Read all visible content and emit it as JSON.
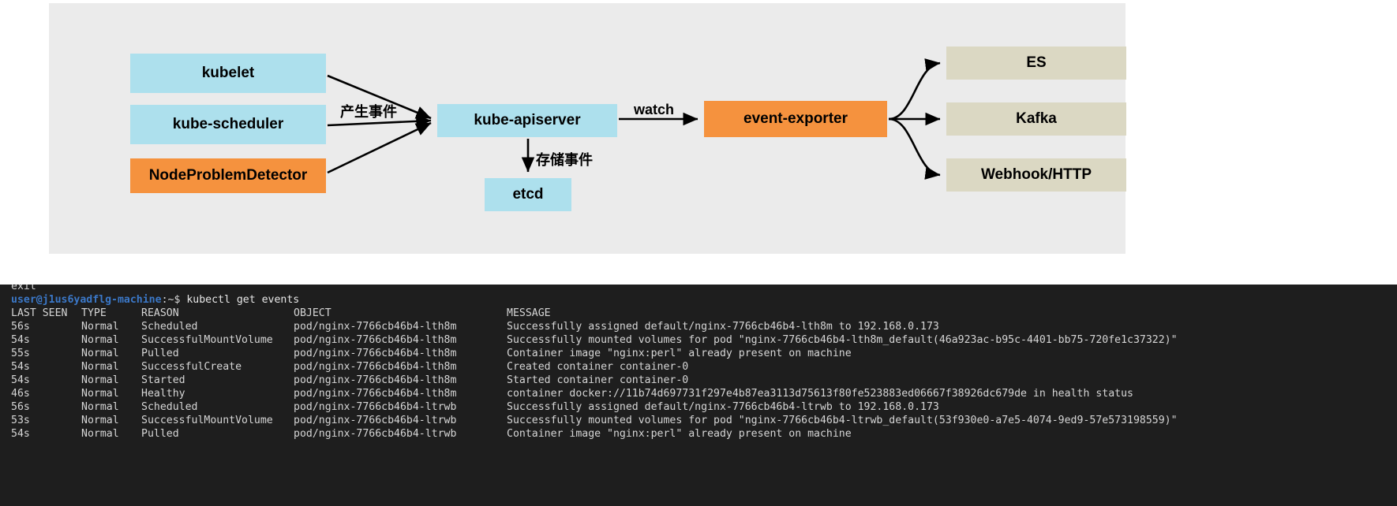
{
  "diagram": {
    "background": "#ebebeb",
    "colors": {
      "blue": "#ade0ed",
      "orange": "#f5923e",
      "tan": "#dbd8c3",
      "edge": "#000000"
    },
    "nodes": {
      "kubelet": "kubelet",
      "kube_scheduler": "kube-scheduler",
      "node_problem_detector": "NodeProblemDetector",
      "kube_apiserver": "kube-apiserver",
      "etcd": "etcd",
      "event_exporter": "event-exporter",
      "es": "ES",
      "kafka": "Kafka",
      "webhook_http": "Webhook/HTTP"
    },
    "edge_labels": {
      "produce_events": "产生事件",
      "store_events": "存储事件",
      "watch": "watch"
    }
  },
  "terminal": {
    "background": "#1e1e1e",
    "prompt": {
      "scrollback": "exit",
      "user_host": "user@j1us6yadflg-machine",
      "path": ":~$",
      "command": "kubectl get events",
      "user_color": "#3b78c8"
    },
    "columns": [
      "LAST SEEN",
      "TYPE",
      "REASON",
      "OBJECT",
      "MESSAGE"
    ],
    "rows": [
      {
        "last_seen": "56s",
        "type": "Normal",
        "reason": "Scheduled",
        "object": "pod/nginx-7766cb46b4-lth8m",
        "message": "Successfully assigned default/nginx-7766cb46b4-lth8m to 192.168.0.173"
      },
      {
        "last_seen": "54s",
        "type": "Normal",
        "reason": "SuccessfulMountVolume",
        "object": "pod/nginx-7766cb46b4-lth8m",
        "message": "Successfully mounted volumes for pod \"nginx-7766cb46b4-lth8m_default(46a923ac-b95c-4401-bb75-720fe1c37322)\""
      },
      {
        "last_seen": "55s",
        "type": "Normal",
        "reason": "Pulled",
        "object": "pod/nginx-7766cb46b4-lth8m",
        "message": "Container image \"nginx:perl\" already present on machine"
      },
      {
        "last_seen": "54s",
        "type": "Normal",
        "reason": "SuccessfulCreate",
        "object": "pod/nginx-7766cb46b4-lth8m",
        "message": "Created container container-0"
      },
      {
        "last_seen": "54s",
        "type": "Normal",
        "reason": "Started",
        "object": "pod/nginx-7766cb46b4-lth8m",
        "message": "Started container container-0"
      },
      {
        "last_seen": "46s",
        "type": "Normal",
        "reason": "Healthy",
        "object": "pod/nginx-7766cb46b4-lth8m",
        "message": "container docker://11b74d697731f297e4b87ea3113d75613f80fe523883ed06667f38926dc679de in health status"
      },
      {
        "last_seen": "56s",
        "type": "Normal",
        "reason": "Scheduled",
        "object": "pod/nginx-7766cb46b4-ltrwb",
        "message": "Successfully assigned default/nginx-7766cb46b4-ltrwb to 192.168.0.173"
      },
      {
        "last_seen": "53s",
        "type": "Normal",
        "reason": "SuccessfulMountVolume",
        "object": "pod/nginx-7766cb46b4-ltrwb",
        "message": "Successfully mounted volumes for pod \"nginx-7766cb46b4-ltrwb_default(53f930e0-a7e5-4074-9ed9-57e573198559)\""
      },
      {
        "last_seen": "54s",
        "type": "Normal",
        "reason": "Pulled",
        "object": "pod/nginx-7766cb46b4-ltrwb",
        "message": "Container image \"nginx:perl\" already present on machine"
      }
    ]
  }
}
